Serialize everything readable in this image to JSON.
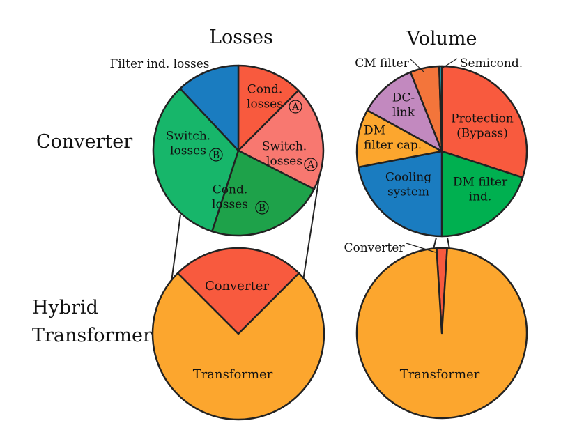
{
  "titles": {
    "losses": "Losses",
    "volume": "Volume",
    "converter_row": "Converter",
    "hybrid_row": [
      "Hybrid",
      "Transformer"
    ]
  },
  "colors": {
    "transformer": "#FCA62E",
    "converter": "#F85A3E",
    "cond_a": "#F85A3E",
    "switch_a": "#F87870",
    "cond_b": "#1EA24A",
    "switch_b": "#17B66A",
    "filter_ind": "#1A7CC0",
    "protection": "#F85A3E",
    "dm_filter_ind": "#00B050",
    "cooling": "#1A7CC0",
    "dm_filter_cap": "#FCA62E",
    "dc_link": "#C289BF",
    "cm_filter": "#F3753B",
    "semicond": "#1CB0C6",
    "stroke": "#222222"
  },
  "chart_data": [
    {
      "type": "pie",
      "title": "Losses",
      "row": "Hybrid Transformer",
      "slices": [
        {
          "label": "Converter",
          "value": 0.25,
          "color": "#F85A3E"
        },
        {
          "label": "Transformer",
          "value": 0.75,
          "color": "#FCA62E"
        }
      ]
    },
    {
      "type": "pie",
      "title": "Losses",
      "row": "Converter",
      "slices": [
        {
          "label": [
            "Cond.",
            "losses"
          ],
          "circle": "A",
          "value": 0.125,
          "color": "#F85A3E"
        },
        {
          "label": [
            "Switch.",
            "losses"
          ],
          "circle": "A",
          "value": 0.2,
          "color": "#F87870"
        },
        {
          "label": [
            "Cond.",
            "losses"
          ],
          "circle": "B",
          "value": 0.225,
          "color": "#1EA24A"
        },
        {
          "label": [
            "Switch.",
            "losses"
          ],
          "circle": "B",
          "value": 0.33,
          "color": "#17B66A"
        },
        {
          "label": "Filter ind. losses",
          "value": 0.12,
          "color": "#1A7CC0"
        }
      ]
    },
    {
      "type": "pie",
      "title": "Volume",
      "row": "Converter",
      "slices": [
        {
          "label": [
            "Protection",
            "(Bypass)"
          ],
          "value": 0.3,
          "color": "#F85A3E"
        },
        {
          "label": [
            "DM filter",
            "ind."
          ],
          "value": 0.2,
          "color": "#00B050"
        },
        {
          "label": [
            "Cooling",
            "system"
          ],
          "value": 0.22,
          "color": "#1A7CC0"
        },
        {
          "label": [
            "DM",
            "filter cap."
          ],
          "value": 0.11,
          "color": "#FCA62E"
        },
        {
          "label": [
            "DC-",
            "link"
          ],
          "value": 0.11,
          "color": "#C289BF"
        },
        {
          "label": "CM filter",
          "value": 0.055,
          "color": "#F3753B"
        },
        {
          "label": "Semicond.",
          "value": 0.005,
          "color": "#1CB0C6"
        }
      ]
    },
    {
      "type": "pie",
      "title": "Volume",
      "row": "Hybrid Transformer",
      "slices": [
        {
          "label": "Converter",
          "value": 0.02,
          "color": "#F85A3E"
        },
        {
          "label": "Transformer",
          "value": 0.98,
          "color": "#FCA62E"
        }
      ]
    }
  ]
}
